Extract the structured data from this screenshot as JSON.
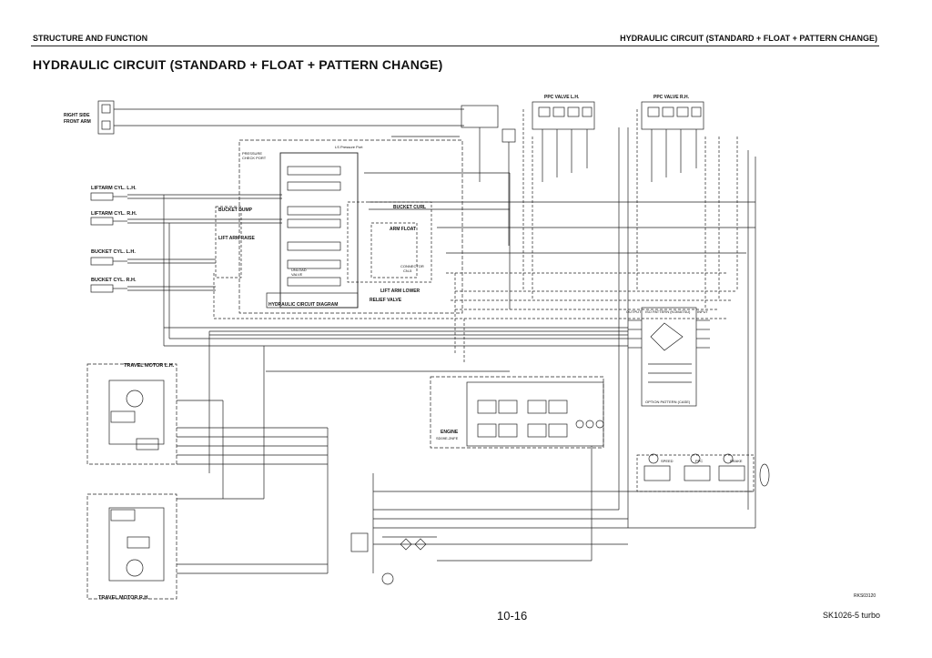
{
  "header": {
    "left": "STRUCTURE AND FUNCTION",
    "right": "HYDRAULIC CIRCUIT (STANDARD + FLOAT + PATTERN CHANGE)"
  },
  "title": "HYDRAULIC CIRCUIT (STANDARD + FLOAT + PATTERN CHANGE)",
  "labels": {
    "right_side_front_arm": "RIGHT SIDE",
    "right_side_front_arm_2": "FRONT ARM",
    "liftarm_lh": "LIFTARM CYL. L.H.",
    "liftarm_rh": "LIFTARM CYL. R.H.",
    "bucket_lh": "BUCKET CYL. L.H.",
    "bucket_rh": "BUCKET CYL. R.H.",
    "pressure_check": "PRESSURE",
    "pressure_check_2": "CHECK PORT",
    "pressure_port": "LS Pressure Port",
    "bucket_dump": "BUCKET DUMP",
    "bucket_curl": "BUCKET CURL",
    "lift_arm_raise": "LIFT ARM RAISE",
    "arm_float": "ARM FLOAT",
    "connector": "CONNECTOR",
    "connector_2": "CN-5",
    "lift_arm_lower": "LIFT ARM LOWER",
    "unload_valve": "UNLOAD",
    "unload_valve_2": "VALVE",
    "relief_valve": "RELIEF VALVE",
    "hydraulic_circuit_diagram": "HYDRAULIC CIRCUIT DIAGRAM",
    "ppc_lh": "PPC VALVE L.H.",
    "ppc_rh": "PPC VALVE R.H.",
    "iso_pattern": "ISO PATTERN (KOMATSU)",
    "option_pattern": "OPTION PATTERN (CASE)",
    "output": "OUTPUT",
    "input": "INPUT",
    "travel_motor_lh": "TRAVEL MOTOR L.H.",
    "travel_motor_rh": "TRAVEL MOTOR R.H.",
    "engine": "ENGINE",
    "engine_model": "SD09E-2NFE",
    "speed": "SPEED",
    "ppc": "PPC",
    "brake": "BRAKE"
  },
  "footer": {
    "page_number": "10-16",
    "model": "SK1026-5 turbo",
    "ref": "RKS03120"
  }
}
